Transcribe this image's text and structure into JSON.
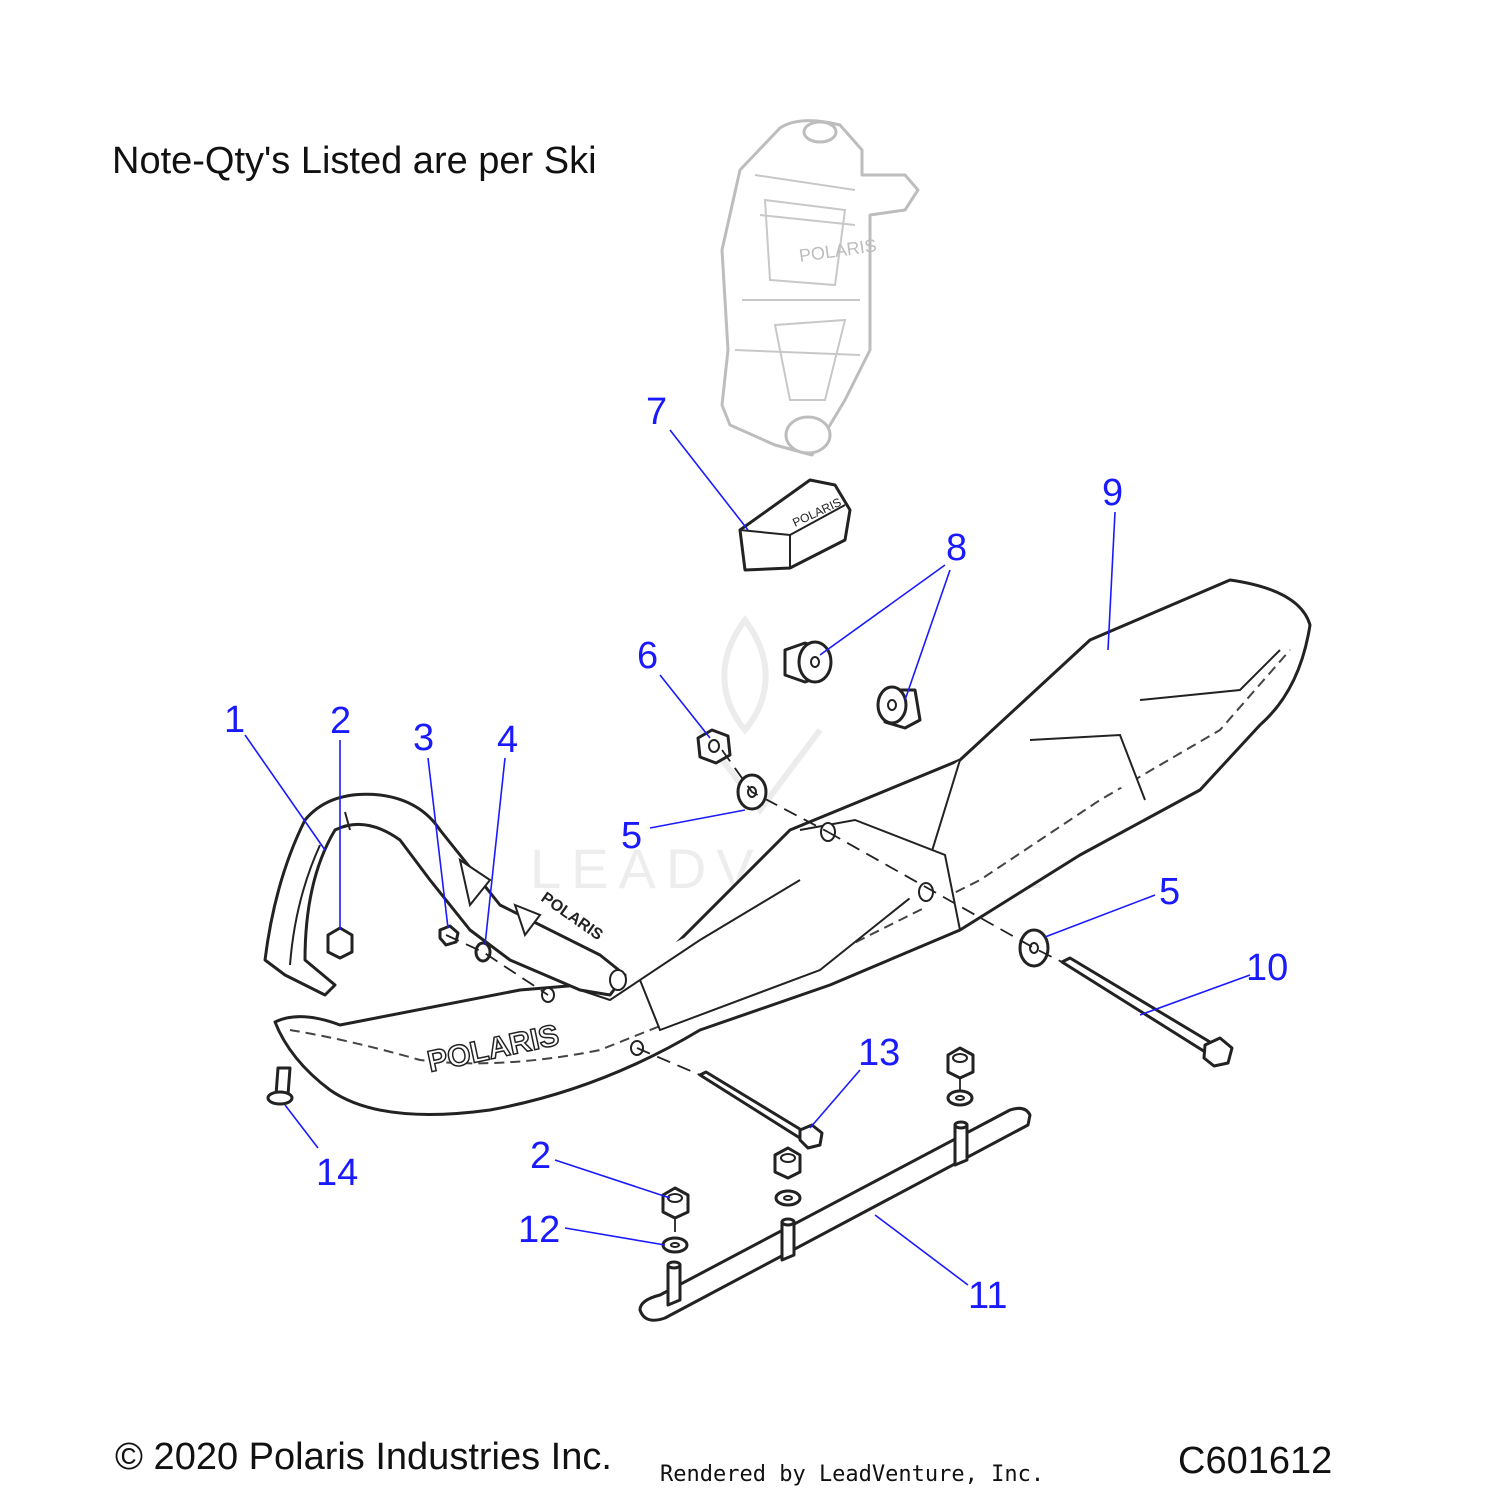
{
  "note": "Note-Qty's Listed are per Ski",
  "copyright": "© 2020 Polaris Industries Inc.",
  "rendered_by": "Rendered by LeadVenture, Inc.",
  "figure_number": "C601612",
  "watermark": "LEADVENTURE",
  "callouts": {
    "c1": "1",
    "c2a": "2",
    "c2b": "2",
    "c3": "3",
    "c4": "4",
    "c5a": "5",
    "c5b": "5",
    "c6": "6",
    "c7": "7",
    "c8": "8",
    "c9": "9",
    "c10": "10",
    "c11": "11",
    "c12": "12",
    "c13": "13",
    "c14": "14"
  },
  "brand_marks": {
    "spindle": "POLARIS",
    "handle": "POLARIS",
    "ski": "POLARIS",
    "pad": "POLARIS"
  },
  "colors": {
    "callout": "#1a1aff",
    "line": "#222222",
    "ghost": "#bdbdbd"
  }
}
